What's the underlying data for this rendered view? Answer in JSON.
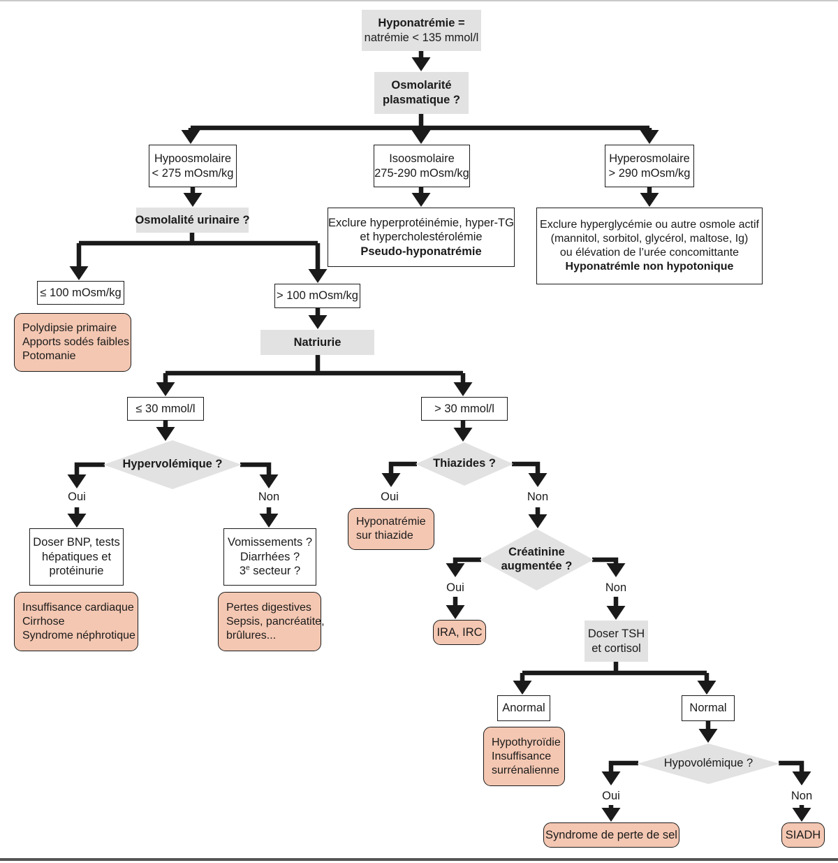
{
  "palette": {
    "line": "#1a1a1a",
    "gray": "#e2e2e2",
    "salmon": "#f4c7b2",
    "frametop": "#c9c9c9",
    "framebottom": "#555555"
  },
  "labels": {
    "oui": "Oui",
    "non": "Non"
  },
  "nodes": {
    "root": {
      "line1": "Hyponatrémie =",
      "line2": "natrémie < 135 mmol/l"
    },
    "osmolarite": {
      "line1": "Osmolarité",
      "line2": "plasmatique ?"
    },
    "hypoosmolaire": {
      "line1": "Hypoosmolaire",
      "line2": "< 275 mOsm/kg"
    },
    "isoosmolaire": {
      "line1": "Isoosmolaire",
      "line2": "275-290 mOsm/kg"
    },
    "hyperosmolaire": {
      "line1": "Hyperosmolaire",
      "line2": "> 290 mOsm/kg"
    },
    "osmolalite_urinaire": {
      "label": "Osmolalité urinaire ?"
    },
    "pseudo": {
      "line1": "Exclure hyperprotéinémie, hyper-TG",
      "line2": "et hypercholestérolémie",
      "line3": "Pseudo-hyponatrémie"
    },
    "non_hypotonique": {
      "line1": "Exclure hyperglycémie ou autre osmole actif",
      "line2": "(mannitol, sorbitol, glycérol, maltose, Ig)",
      "line3": "ou élévation de l’urée concomittante",
      "line4": "Hyponatrémle non hypotonique"
    },
    "le100": {
      "label": "≤ 100 mOsm/kg"
    },
    "polydipsie": {
      "line1": "Polydipsie primaire",
      "line2": "Apports sodés faibles",
      "line3": "Potomanie"
    },
    "gt100": {
      "label": "> 100 mOsm/kg"
    },
    "natriurie": {
      "label": "Natriurie"
    },
    "le30": {
      "label": "≤ 30 mmol/l"
    },
    "gt30": {
      "label": "> 30 mmol/l"
    },
    "hypervolemique": {
      "label": "Hypervolémique ?"
    },
    "thiazides": {
      "label": "Thiazides ?"
    },
    "doser_bnp": {
      "line1": "Doser BNP, tests",
      "line2": "hépatiques et",
      "line3": "protéinurie"
    },
    "insuffisance_cardiaque": {
      "line1": "Insuffisance cardiaque",
      "line2": "Cirrhose",
      "line3": "Syndrome néphrotique"
    },
    "vomissements": {
      "line1": "Vomissements ?",
      "line2": "Diarrhées ?",
      "line3_num": "3",
      "line3_sup": "e",
      "line3_rest": " secteur ?"
    },
    "pertes_digestives": {
      "line1": "Pertes digestives",
      "line2": "Sepsis, pancréatite,",
      "line3": "brûlures..."
    },
    "hyponatremie_thiazide": {
      "line1": "Hyponatrémie",
      "line2": "sur thiazide"
    },
    "creatinine": {
      "line1": "Créatinine",
      "line2": "augmentée ?"
    },
    "ira_irc": {
      "label": "IRA, IRC"
    },
    "doser_tsh": {
      "line1": "Doser TSH",
      "line2": "et cortisol"
    },
    "anormal": {
      "label": "Anormal"
    },
    "normal": {
      "label": "Normal"
    },
    "hypothyroidie": {
      "line1": "Hypothyroïdie",
      "line2": "Insuffisance",
      "line3": "surrénalienne"
    },
    "hypovolemique": {
      "label": "Hypovolémique ?"
    },
    "perte_de_sel": {
      "label": "Syndrome de perte de sel"
    },
    "siadh": {
      "label": "SIADH"
    }
  }
}
